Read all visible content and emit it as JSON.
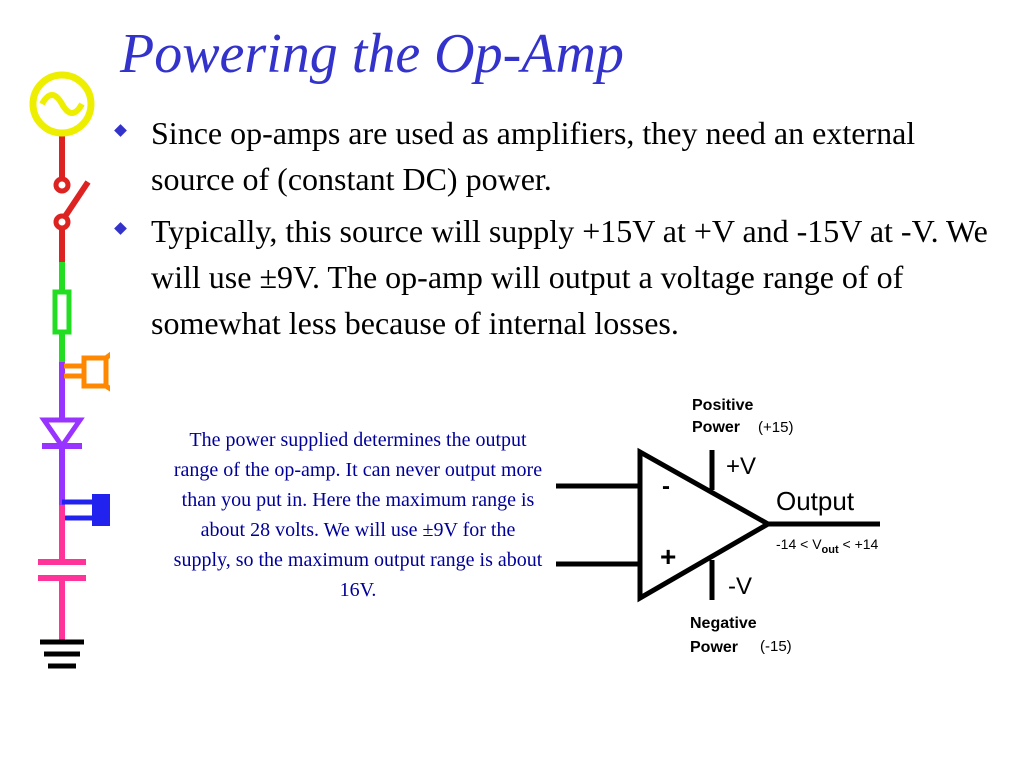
{
  "slide": {
    "title": "Powering the Op-Amp",
    "bullets": [
      {
        "text": "Since op-amps are used as amplifiers, they need an external source of (constant DC) power."
      },
      {
        "text": "Typically, this source will supply +15V at +V and -15V at -V.  We will use ±9V.  The op-amp will output a voltage range of of somewhat less because of internal losses."
      }
    ],
    "caption": "The power supplied determines the output range of the op-amp.  It can never output more than you put in.  Here the maximum range is about 28 volts.  We will use ±9V for the supply, so the maximum output range is about 16V."
  },
  "opamp_diagram": {
    "positive_power_line1": "Positive",
    "positive_power_line2": "Power",
    "positive_power_value": "(+15)",
    "plus_v": "+V",
    "minus_sign": "-",
    "plus_sign": "+",
    "output_label": "Output",
    "range_prefix": "-14 <  V",
    "range_sub": "out",
    "range_suffix": " < +14",
    "minus_v": "-V",
    "negative_power_line1": "Negative",
    "negative_power_line2": "Power",
    "negative_power_value": "(-15)"
  },
  "colors": {
    "title": "#3333cc",
    "bullet_marker": "#3333cc",
    "caption": "#000099",
    "strip_source": "#eeee00",
    "strip_switch": "#dd2222",
    "strip_fuse": "#22dd22",
    "strip_speaker": "#ff8800",
    "strip_diode": "#9933ff",
    "strip_led": "#2222ee",
    "strip_capacitor": "#ff3399",
    "strip_ground": "#000000"
  }
}
